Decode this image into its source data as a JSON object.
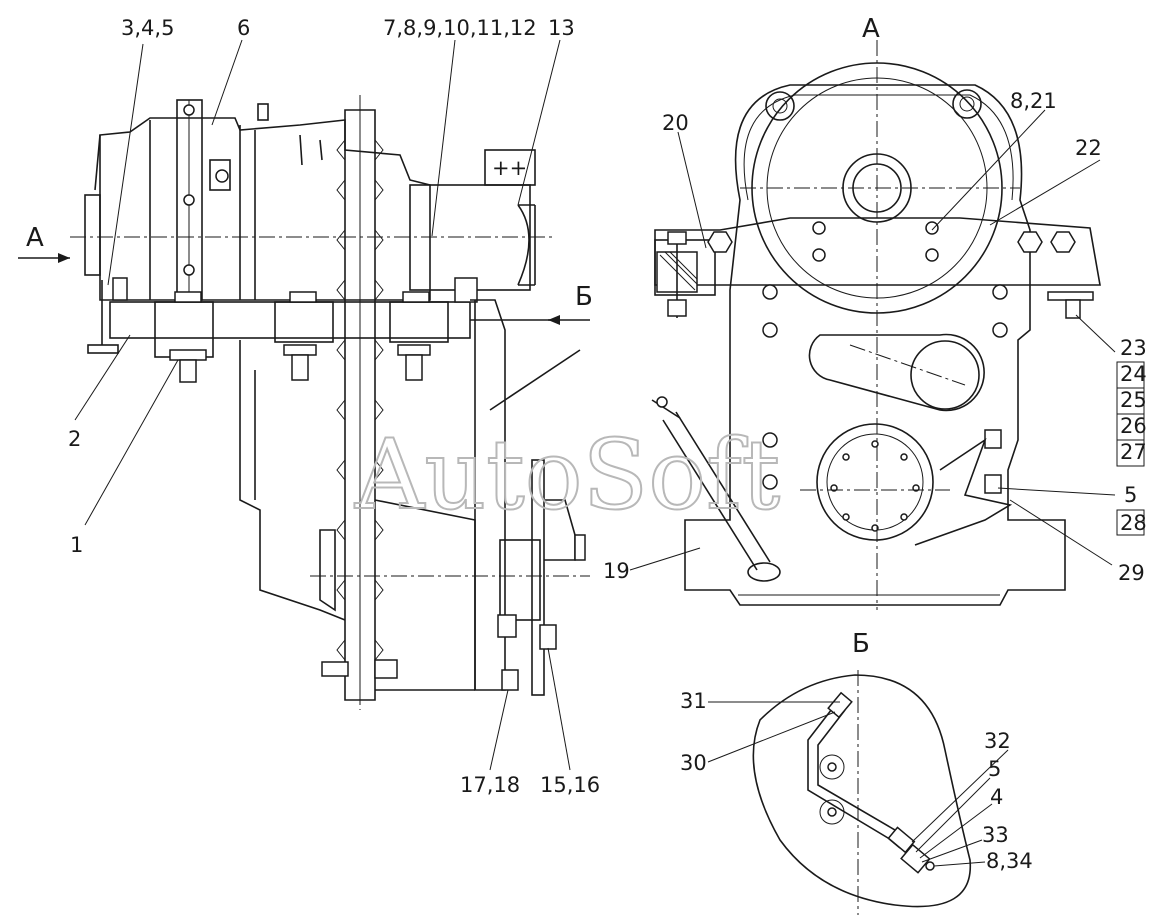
{
  "watermark": "AutoSoft",
  "views": {
    "main_arrow": "А",
    "side_arrow": "Б",
    "view_a_title": "А",
    "view_b_title": "Б"
  },
  "callouts": {
    "c345": "3,4,5",
    "c6": "6",
    "c7_12": "7,8,9,10,11,12",
    "c13": "13",
    "c2": "2",
    "c1": "1",
    "c17_18": "17,18",
    "c15_16": "15,16",
    "c19": "19",
    "c20": "20",
    "c8_21": "8,21",
    "c22": "22",
    "c23": "23",
    "c24": "24",
    "c25": "25",
    "c26": "26",
    "c27": "27",
    "c5": "5",
    "c28": "28",
    "c29": "29",
    "c31": "31",
    "c30": "30",
    "c32": "32",
    "c5b": "5",
    "c4": "4",
    "c33": "33",
    "c8_34": "8,34"
  }
}
